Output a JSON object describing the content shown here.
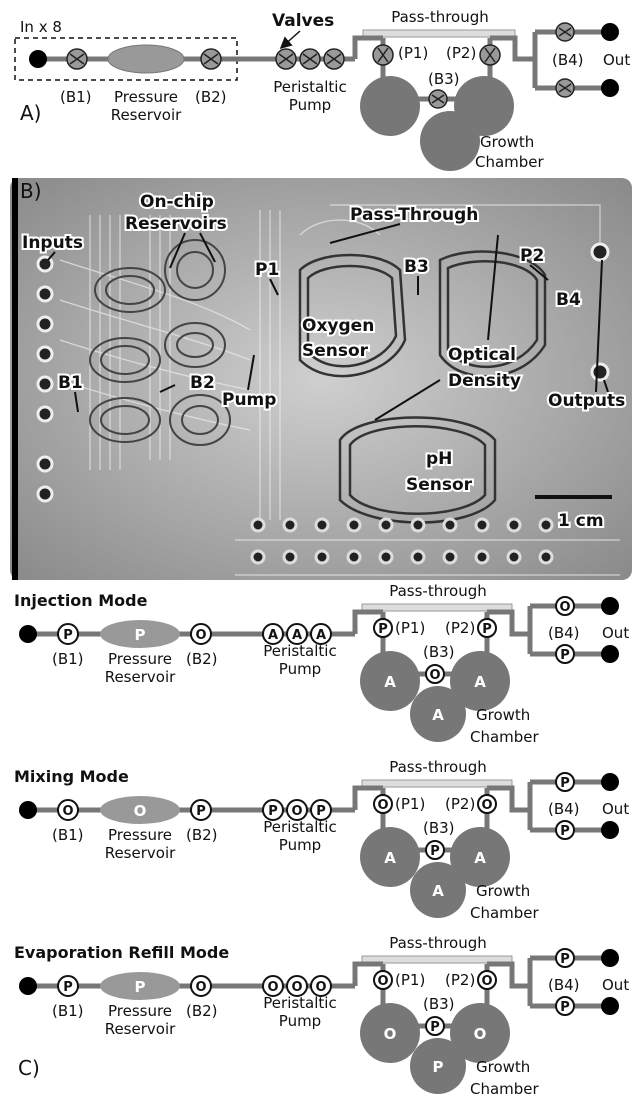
{
  "panelA": {
    "letter": "A)",
    "in_label": "In x 8",
    "b1": "(B1)",
    "b2": "(B2)",
    "pressure": "Pressure",
    "reservoir": "Reservoir",
    "valves": "Valves",
    "peristaltic": "Peristaltic",
    "pump": "Pump",
    "pass_through": "Pass-through",
    "p1": "(P1)",
    "p2": "(P2)",
    "b3": "(B3)",
    "b4": "(B4)",
    "out": "Out",
    "growth": "Growth",
    "chamber": "Chamber"
  },
  "panelB": {
    "letter": "B)",
    "inputs": "Inputs",
    "onchip": "On-chip",
    "reservoirs": "Reservoirs",
    "pass_through": "Pass-Through",
    "p1": "P1",
    "p2": "P2",
    "b1": "B1",
    "b2": "B2",
    "b3": "B3",
    "b4": "B4",
    "pump": "Pump",
    "oxygen": "Oxygen",
    "sensor": "Sensor",
    "optical": "Optical",
    "density": "Density",
    "outputs": "Outputs",
    "ph": "pH",
    "ph_sensor": "Sensor",
    "scale": "1 cm"
  },
  "modes": [
    {
      "title": "Injection Mode",
      "states": {
        "b1": "P",
        "res": "P",
        "b2": "O",
        "pump": [
          "A",
          "A",
          "A"
        ],
        "p1": "P",
        "p2": "P",
        "b3": "O",
        "b4top": "O",
        "b4bot": "P",
        "chL": "A",
        "chR": "A",
        "chB": "A"
      }
    },
    {
      "title": "Mixing Mode",
      "states": {
        "b1": "O",
        "res": "O",
        "b2": "P",
        "pump": [
          "P",
          "O",
          "P"
        ],
        "p1": "O",
        "p2": "O",
        "b3": "P",
        "b4top": "P",
        "b4bot": "P",
        "chL": "A",
        "chR": "A",
        "chB": "A"
      }
    },
    {
      "title": "Evaporation Refill Mode",
      "states": {
        "b1": "P",
        "res": "P",
        "b2": "O",
        "pump": [
          "O",
          "O",
          "O"
        ],
        "p1": "O",
        "p2": "O",
        "b3": "P",
        "b4top": "P",
        "b4bot": "P",
        "chL": "O",
        "chR": "O",
        "chB": "P"
      }
    }
  ],
  "labels": {
    "b1": "(B1)",
    "b2": "(B2)",
    "pressure": "Pressure",
    "reservoir": "Reservoir",
    "peristaltic": "Peristaltic",
    "pump": "Pump",
    "pass_through": "Pass-through",
    "p1": "(P1)",
    "p2": "(P2)",
    "b3": "(B3)",
    "b4": "(B4)",
    "out": "Out",
    "growth": "Growth",
    "chamber": "Chamber"
  },
  "panelC_letter": "C)"
}
